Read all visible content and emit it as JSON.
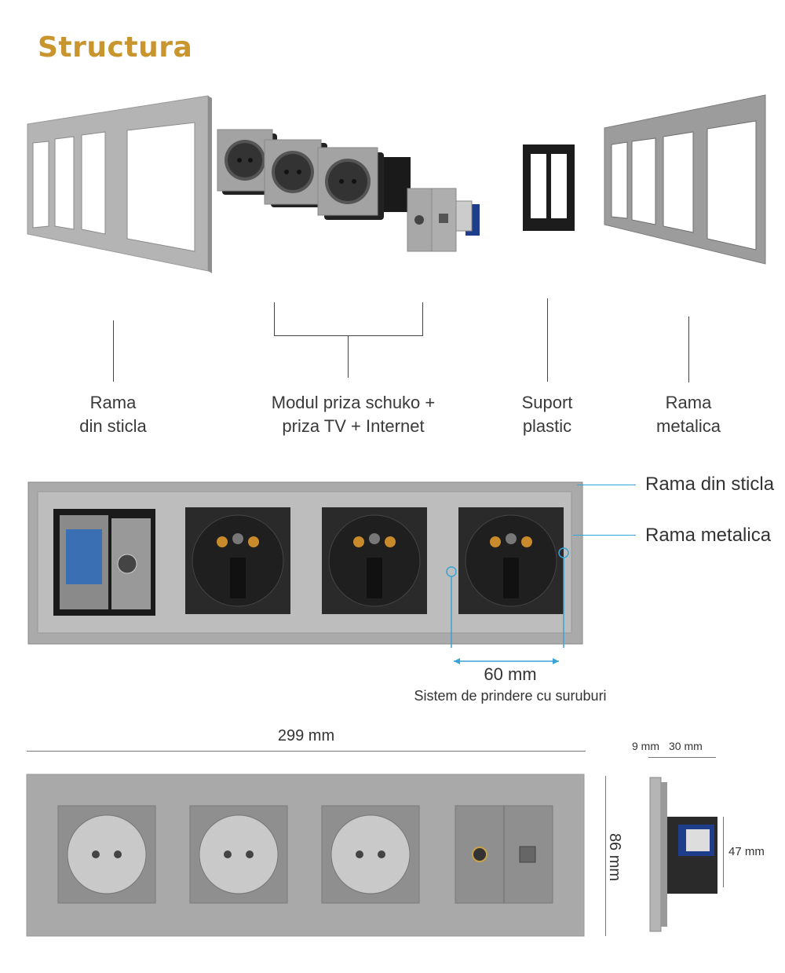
{
  "heading": "Structura",
  "labels": {
    "glass_frame": [
      "Rama",
      "din sticla"
    ],
    "module": [
      "Modul priza schuko +",
      "priza TV + Internet"
    ],
    "support": [
      "Suport",
      "plastic"
    ],
    "metal_frame": [
      "Rama",
      "metalica"
    ]
  },
  "callouts": {
    "glass_frame": "Rama din sticla",
    "metal_frame": "Rama metalica",
    "spacing": "60 mm",
    "fixing": "Sistem de prindere cu suruburi"
  },
  "dimensions": {
    "width": "299 mm",
    "height": "86 mm",
    "front_depth": "9 mm",
    "back_depth": "30 mm",
    "module_height": "47 mm"
  },
  "colors": {
    "heading": "#c8952f",
    "callout_line": "#3aa3d6",
    "panel_grey": "#a9a9a9"
  }
}
